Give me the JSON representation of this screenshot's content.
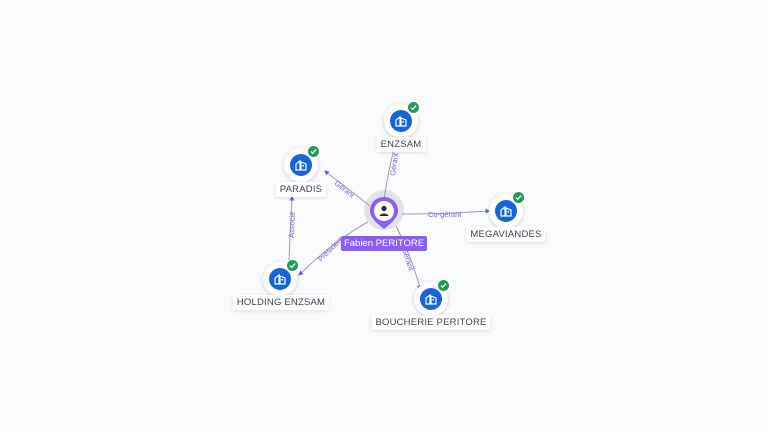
{
  "center": {
    "name": "Fabien PERITORE",
    "icon": "person-icon"
  },
  "companies": [
    {
      "key": "enzsam",
      "name": "ENZSAM",
      "icon": "building-icon",
      "verified": true
    },
    {
      "key": "paradis",
      "name": "PARADIS",
      "icon": "building-icon",
      "verified": true
    },
    {
      "key": "megaviandes",
      "name": "MEGAVIANDES",
      "icon": "building-icon",
      "verified": true
    },
    {
      "key": "holding",
      "name": "HOLDING ENZSAM",
      "icon": "building-icon",
      "verified": true
    },
    {
      "key": "boucherie",
      "name": "BOUCHERIE PERITORE",
      "icon": "building-icon",
      "verified": true
    }
  ],
  "edges": [
    {
      "from": "center",
      "to": "enzsam",
      "label": "Gérant"
    },
    {
      "from": "center",
      "to": "paradis",
      "label": "Gérant"
    },
    {
      "from": "center",
      "to": "megaviandes",
      "label": "Co-gérant"
    },
    {
      "from": "center",
      "to": "holding",
      "label": "Président"
    },
    {
      "from": "center",
      "to": "boucherie",
      "label": "Gérant"
    },
    {
      "from": "holding",
      "to": "paradis",
      "label": "Associé"
    }
  ],
  "colors": {
    "company_node": "#1565d8",
    "verified_badge": "#1f9d55",
    "center_node": "#8b5cf6",
    "edge_label": "#7c5cd6",
    "edge_line": "#9aa1ab"
  }
}
